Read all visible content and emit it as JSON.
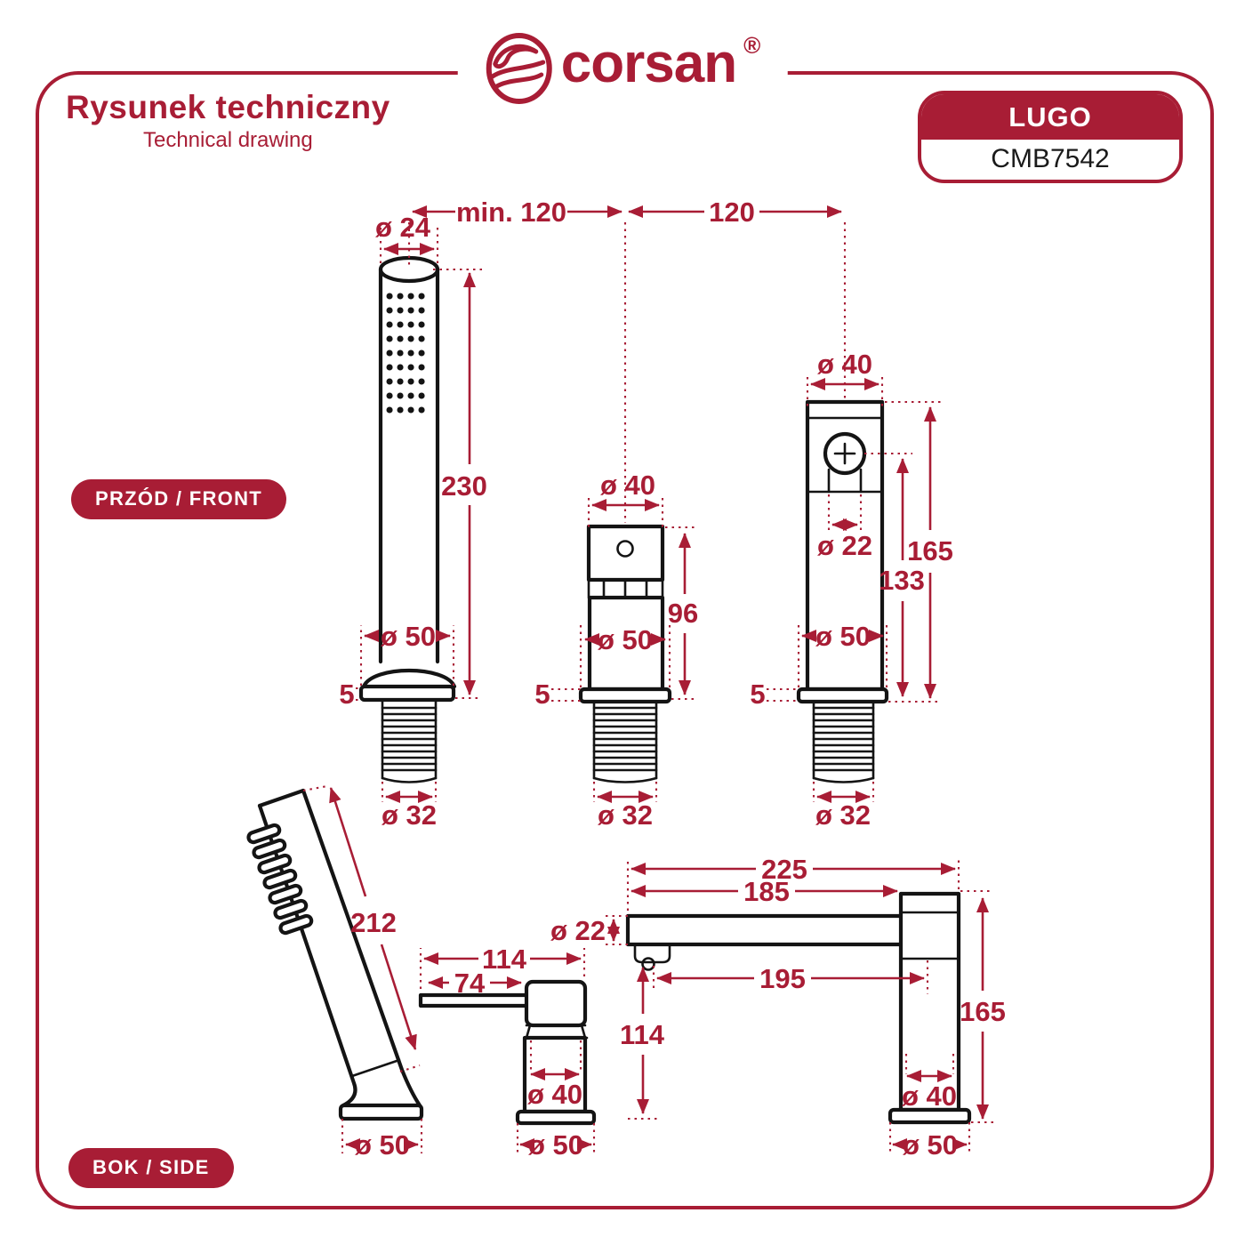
{
  "header": {
    "brand": "corsan",
    "registered": "®",
    "title_pl": "Rysunek techniczny",
    "title_en": "Technical drawing",
    "model": "LUGO",
    "code": "CMB7542"
  },
  "view_labels": {
    "front": "PRZÓD / FRONT",
    "side": "BOK / SIDE"
  },
  "colors": {
    "accent": "#A81D35",
    "line": "#141414"
  },
  "front_view": {
    "spacing_left_label": "min. 120",
    "spacing_right_label": "120",
    "plate_thickness": "5",
    "thread_diameter": "ø 32",
    "base_diameter": "ø 50",
    "handset": {
      "head_diameter": "ø 24",
      "height": "230"
    },
    "diverter": {
      "top_diameter": "ø 40",
      "height": "96"
    },
    "mixer": {
      "top_diameter": "ø 40",
      "cartridge_diameter": "ø 22",
      "height": "165",
      "cartridge_height": "133"
    }
  },
  "side_view": {
    "base_diameter": "ø 50",
    "handset": {
      "length": "212"
    },
    "mixer": {
      "total_length": "114",
      "lever_length": "74",
      "body_diameter": "ø 40"
    },
    "spout": {
      "overall_length": "225",
      "spout_length": "185",
      "spout_diameter": "ø 22",
      "reach": "195",
      "height": "165",
      "outlet_height": "114",
      "body_diameter": "ø 40"
    }
  }
}
